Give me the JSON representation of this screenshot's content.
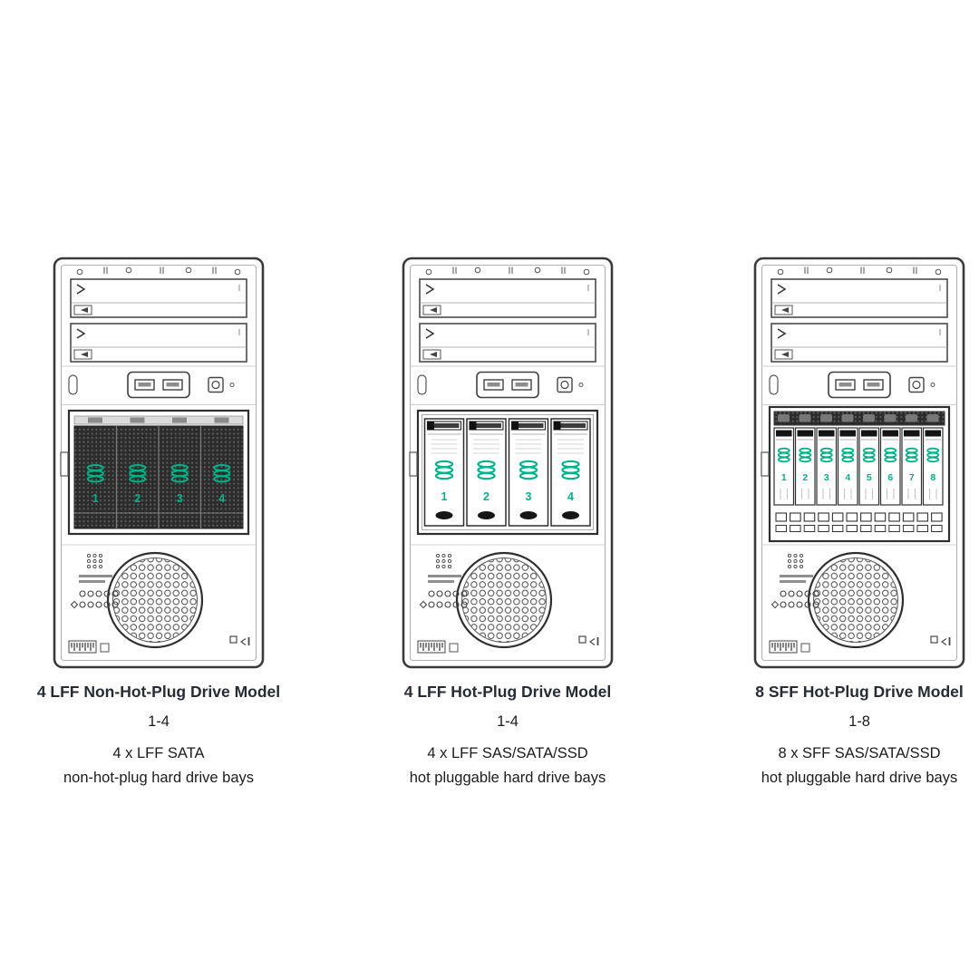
{
  "page": {
    "background": "#ffffff"
  },
  "colors": {
    "accent_green": "#00B388",
    "outline": "#2f2f2f",
    "title_text": "#262b34",
    "body_text": "#1c1c1c"
  },
  "icons": {
    "drive_icon": "disk-stack-icon",
    "fan": "fan-grille",
    "usb": "usb-ports"
  },
  "models": [
    {
      "id": "4lff-non-hot-plug",
      "type": "lff-mesh",
      "title": "4 LFF Non-Hot-Plug Drive Model",
      "bay_range": "1-4",
      "description_line1": "4 x LFF SATA",
      "description_line2": "non-hot-plug hard drive bays",
      "drive_numbers": [
        "1",
        "2",
        "3",
        "4"
      ]
    },
    {
      "id": "4lff-hot-plug",
      "type": "lff-tray",
      "title": "4 LFF Hot-Plug Drive Model",
      "bay_range": "1-4",
      "description_line1": "4 x LFF SAS/SATA/SSD",
      "description_line2": "hot pluggable hard drive bays",
      "drive_numbers": [
        "1",
        "2",
        "3",
        "4"
      ]
    },
    {
      "id": "8sff-hot-plug",
      "type": "sff-tray",
      "title": "8 SFF Hot-Plug Drive Model",
      "bay_range": "1-8",
      "description_line1": "8 x SFF SAS/SATA/SSD",
      "description_line2": "hot pluggable hard drive bays",
      "drive_numbers": [
        "1",
        "2",
        "3",
        "4",
        "5",
        "6",
        "7",
        "8"
      ]
    }
  ]
}
